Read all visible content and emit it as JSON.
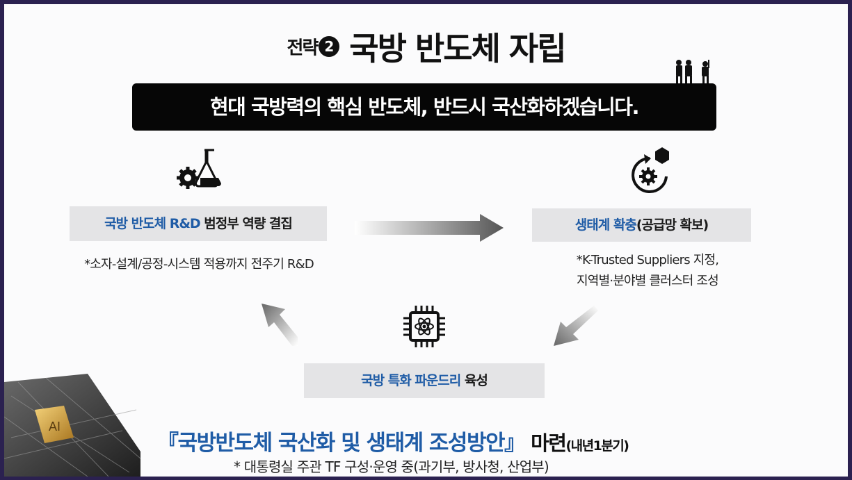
{
  "title": {
    "prefix": "전략",
    "number": "2",
    "main": "국방 반도체 자립"
  },
  "banner": "현대 국방력의 핵심 반도체, 반드시 국산화하겠습니다.",
  "steps": [
    {
      "highlight": "국방 반도체 R&D",
      "rest": " 범정부 역량 결집",
      "note": [
        "*소자-설계/공정-시스템 적용까지 전주기 R&D"
      ],
      "icon": "gear-flask-icon"
    },
    {
      "highlight": "생태계 확충",
      "rest": "(공급망 확보)",
      "note": [
        "*K-Trusted Suppliers 지정,",
        "지역별·분야별 클러스터 조성"
      ],
      "icon": "cycle-gear-box-icon"
    },
    {
      "highlight": "국방 특화 파운드리",
      "rest": " 육성",
      "icon": "chip-icon"
    }
  ],
  "conclusion": {
    "plan": "『국방반도체 국산화 및 생태계 조성방안』",
    "action": " 마련",
    "timing": "(내년1분기)"
  },
  "footnote": "* 대통령실 주관 TF 구성·운영 중(과기부, 방사청, 산업부)",
  "chip_image_label": "AI",
  "colors": {
    "accent": "#1f5ca6",
    "box": "#e4e4e6",
    "frame": "#2b2150"
  }
}
